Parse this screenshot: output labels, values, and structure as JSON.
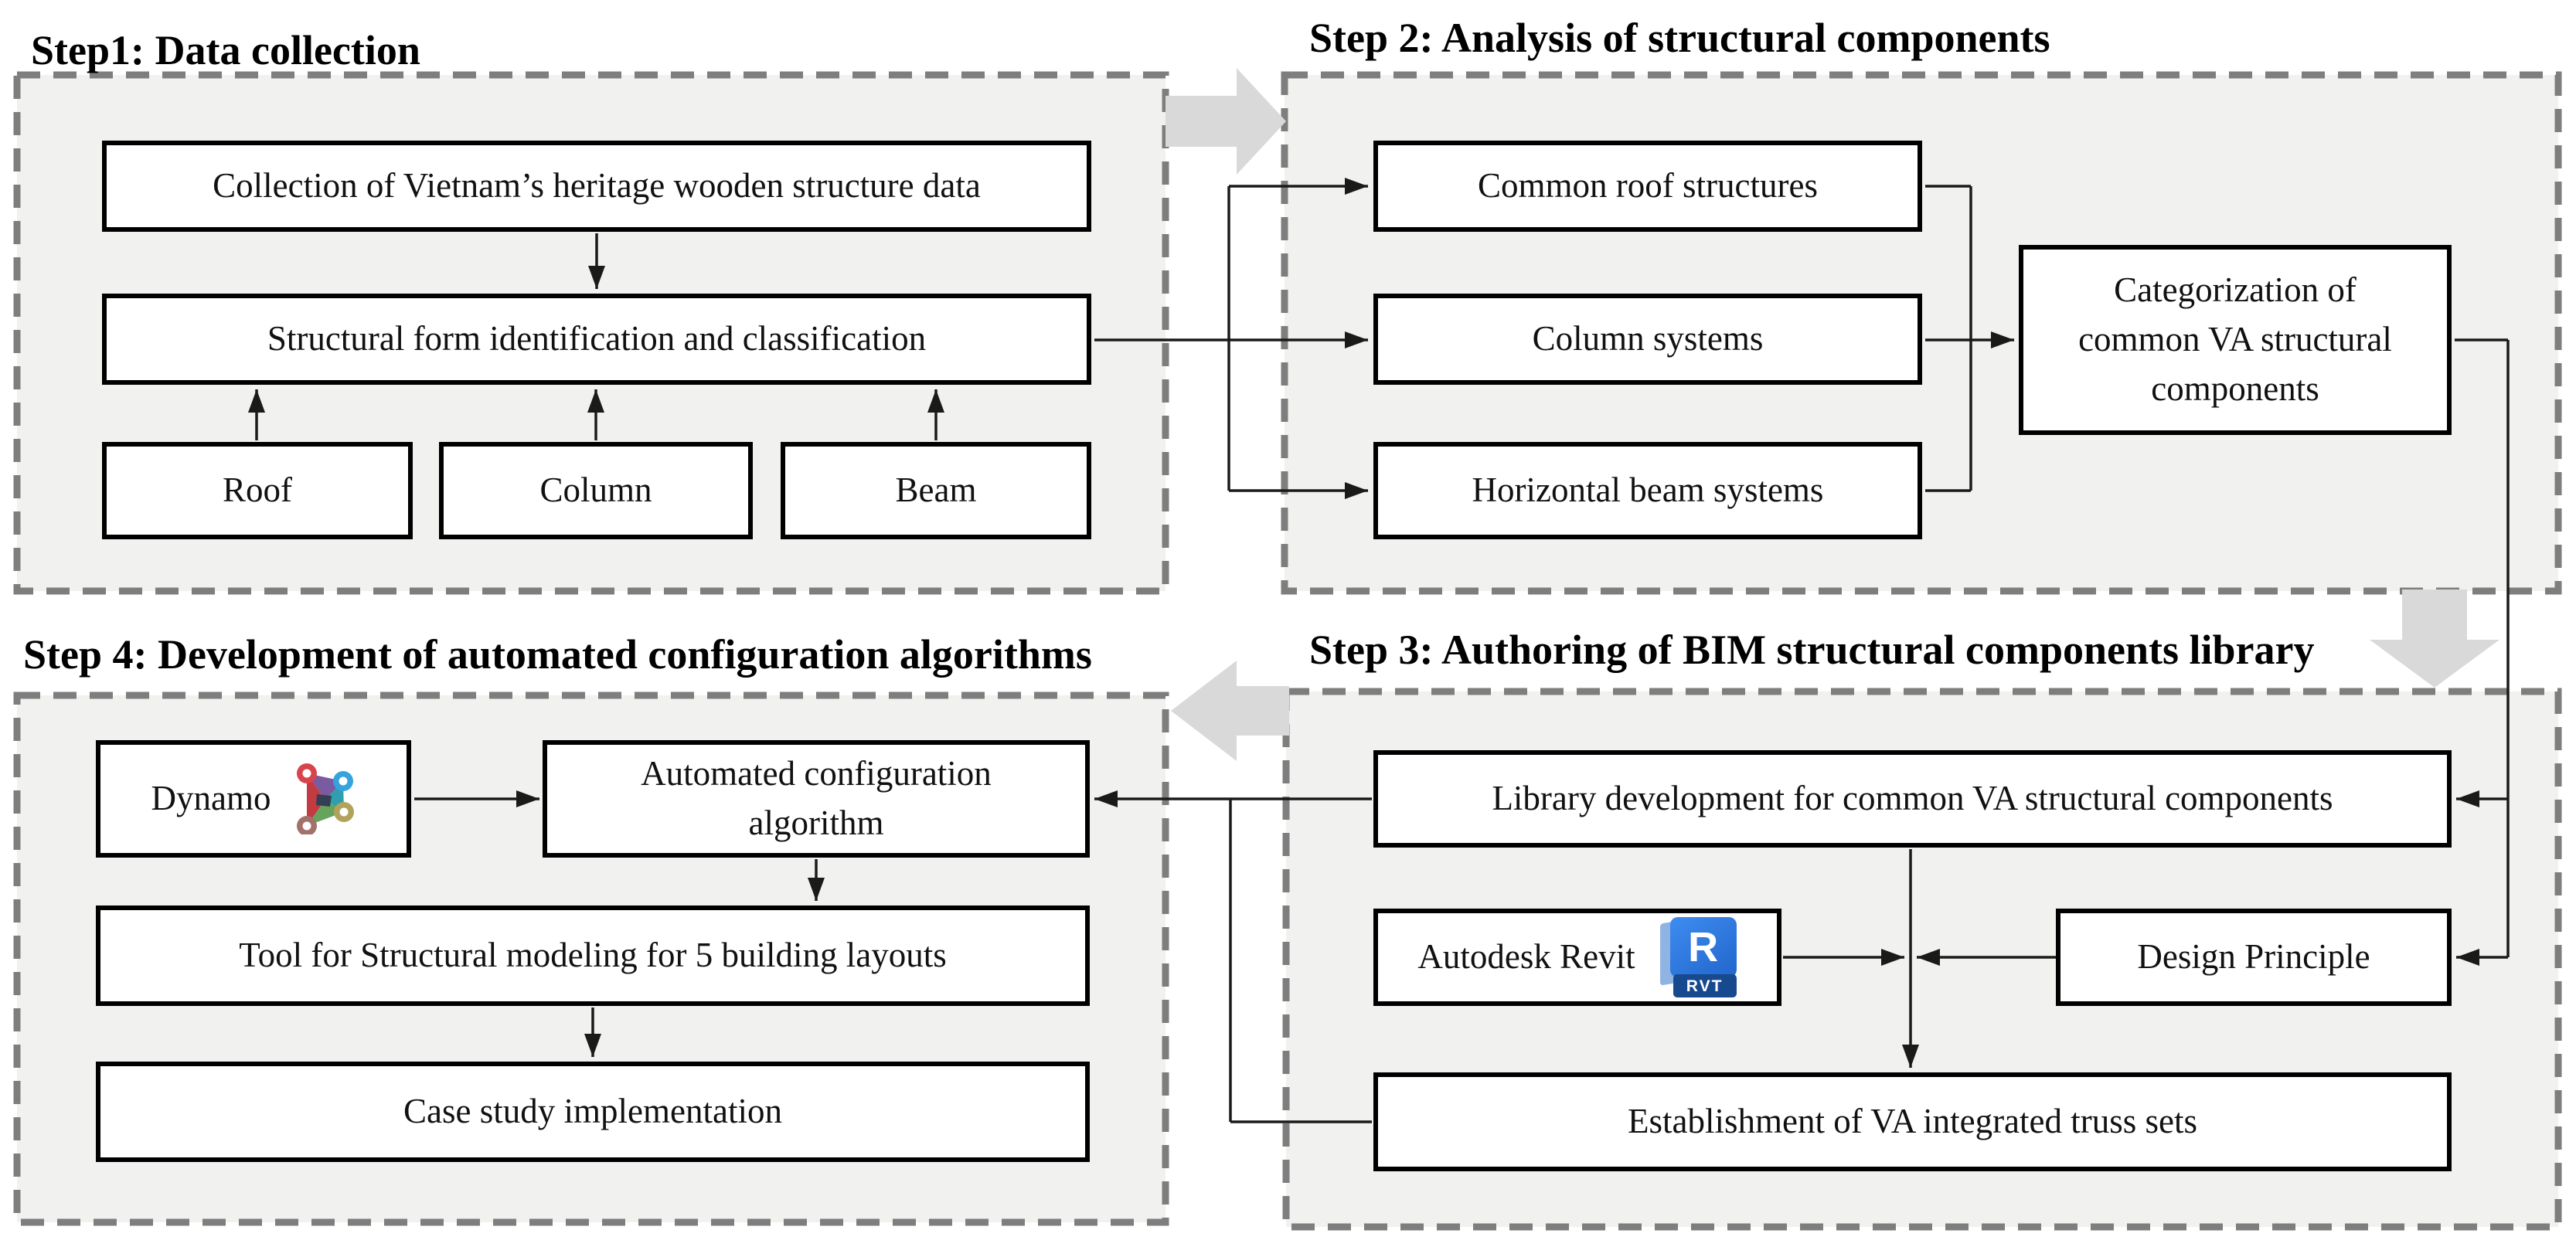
{
  "steps": {
    "step1": {
      "title": "Step1: Data collection",
      "boxes": {
        "collection": "Collection of Vietnam’s heritage wooden structure data",
        "identification": "Structural form identification and classification",
        "roof": "Roof",
        "column": "Column",
        "beam": "Beam"
      }
    },
    "step2": {
      "title": "Step 2: Analysis of structural components",
      "boxes": {
        "common_roof": "Common roof structures",
        "column_systems": "Column systems",
        "horizontal_beam": "Horizontal beam systems",
        "categorization": "Categorization of common VA structural components"
      }
    },
    "step3": {
      "title": "Step 3: Authoring of BIM structural components library",
      "boxes": {
        "library": "Library development for common VA structural components",
        "autodesk_revit": "Autodesk Revit",
        "design_principle": "Design Principle",
        "truss_sets": "Establishment of VA integrated truss sets"
      },
      "revit_icon": {
        "letter": "R",
        "label": "RVT"
      }
    },
    "step4": {
      "title": "Step 4: Development of automated configuration algorithms",
      "boxes": {
        "dynamo": "Dynamo",
        "algorithm": "Automated configuration algorithm",
        "tool": "Tool for Structural modeling for 5 building layouts",
        "case_study": "Case study implementation"
      }
    }
  },
  "colors": {
    "panel_background": "#f1f1ef",
    "panel_border": "#7e7e7e",
    "box_border": "#000000",
    "connector": "#1a1a1a",
    "flow_arrow": "#d9d9d9",
    "revit_blue_light": "#3f8cf0",
    "revit_blue_dark": "#2166cc",
    "revit_banner_blue": "#17498f",
    "dynamo_red": "#c23a42",
    "dynamo_blue": "#35a3dc",
    "dynamo_green": "#66a45c",
    "dynamo_olive": "#b2a35b"
  }
}
